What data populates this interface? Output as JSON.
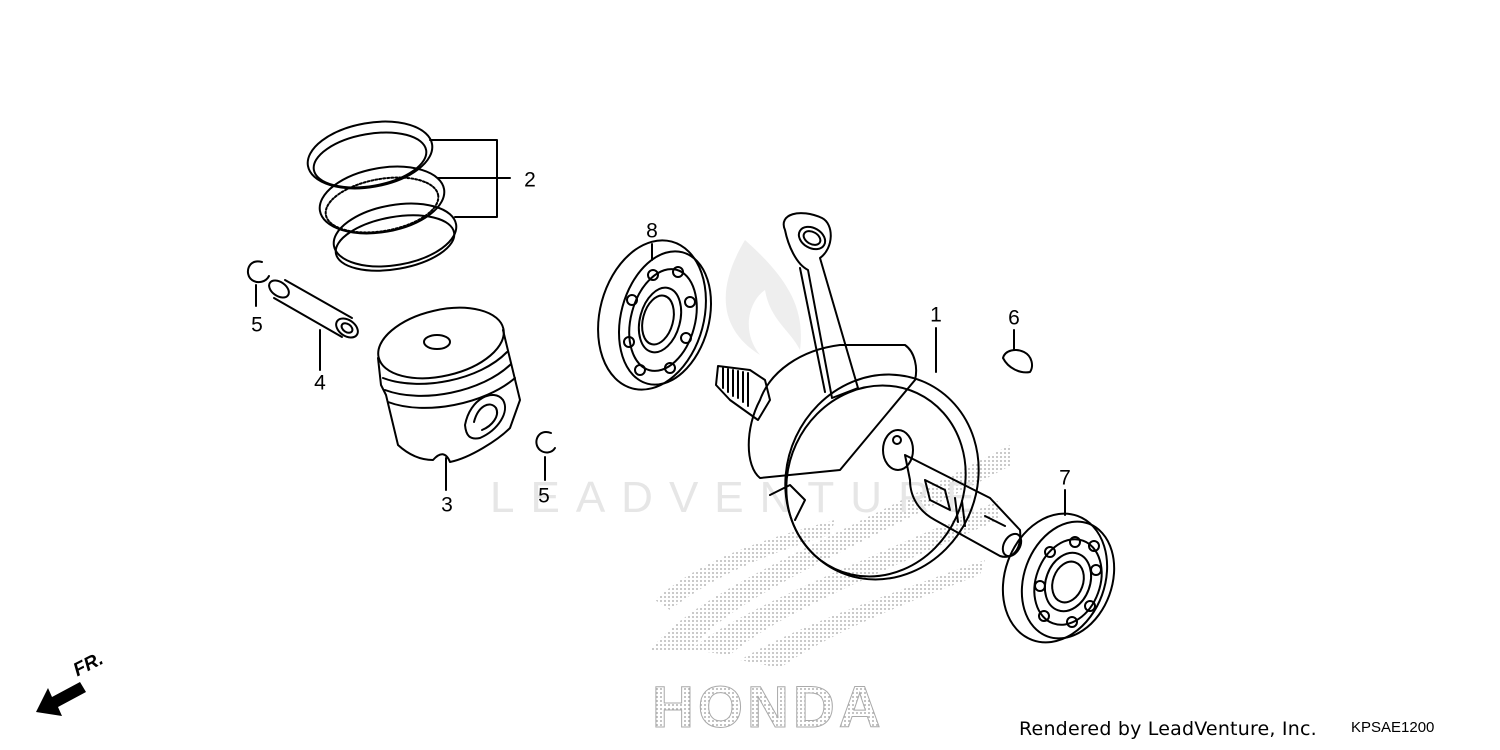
{
  "diagram": {
    "callouts": {
      "ring_set": "2",
      "bearing_left": "8",
      "crankshaft": "1",
      "key": "6",
      "clip_upper": "5",
      "pin": "4",
      "piston": "3",
      "clip_lower": "5",
      "bearing_right": "7"
    },
    "front_indicator": "FR.",
    "watermark": {
      "text": "LEADVENTURE",
      "brand": "HONDA"
    },
    "credit": "Rendered by LeadVenture, Inc.",
    "diagram_code": "KPSAE1200"
  }
}
